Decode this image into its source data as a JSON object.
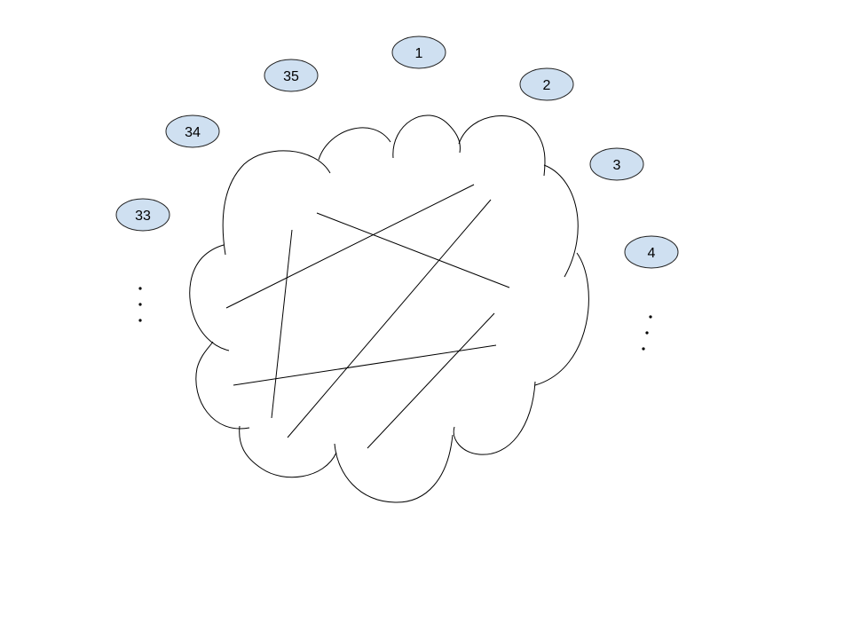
{
  "colors": {
    "node_fill": "#cfe0f1",
    "node_stroke": "#222222",
    "line": "#000000",
    "background": "#ffffff"
  },
  "nodes": [
    {
      "label": "1"
    },
    {
      "label": "2"
    },
    {
      "label": "3"
    },
    {
      "label": "4"
    },
    {
      "label": "33"
    },
    {
      "label": "34"
    },
    {
      "label": "35"
    }
  ],
  "ellipsis_markers": [
    "vertical-ellipsis-left",
    "vertical-ellipsis-right"
  ]
}
